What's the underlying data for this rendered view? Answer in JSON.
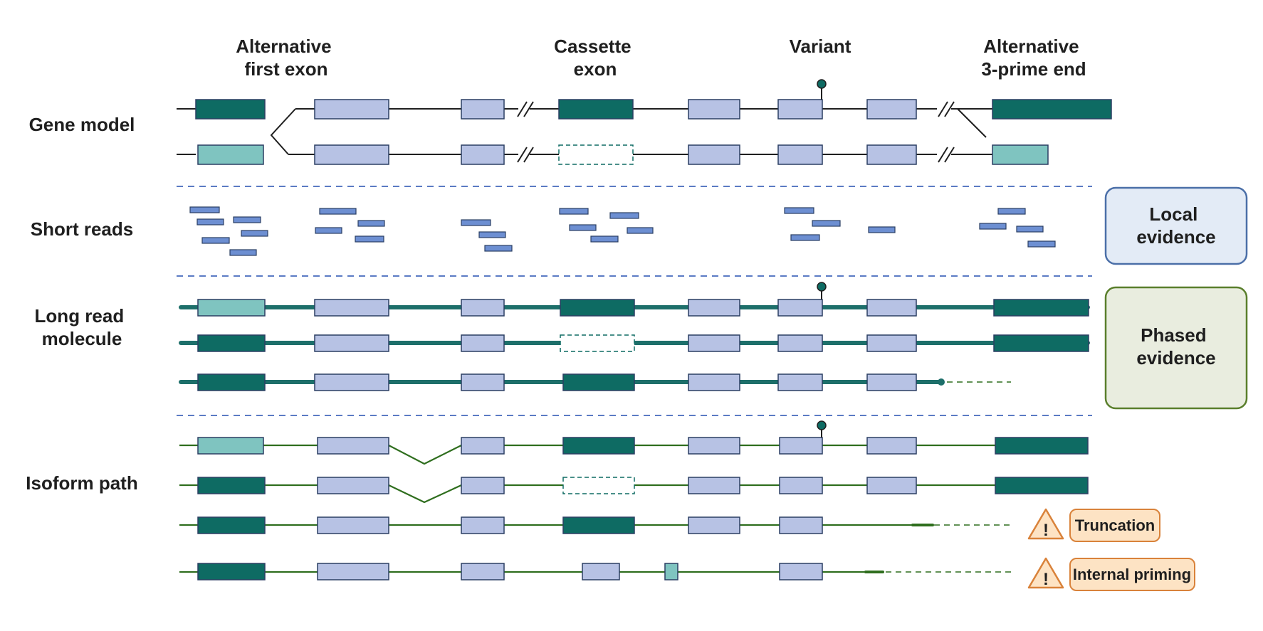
{
  "column_headers": {
    "alt_first_exon": [
      "Alternative",
      "first exon"
    ],
    "cassette_exon": [
      "Cassette",
      "exon"
    ],
    "variant": [
      "Variant"
    ],
    "alt_3prime_end": [
      "Alternative",
      "3-prime end"
    ]
  },
  "row_labels": {
    "gene_model": [
      "Gene model"
    ],
    "short_reads": [
      "Short reads"
    ],
    "long_read": [
      "Long read",
      "molecule"
    ],
    "isoform_path": [
      "Isoform path"
    ]
  },
  "evidence_boxes": {
    "local": [
      "Local",
      "evidence"
    ],
    "phased": [
      "Phased",
      "evidence"
    ]
  },
  "warnings": {
    "truncation": "Truncation",
    "internal_priming": "Internal priming"
  },
  "colors": {
    "dark_teal": "#0e6b63",
    "light_teal": "#7fc4c0",
    "lavender": "#b7c2e4",
    "exon_border": "#2b3f63",
    "read_blue": "#6d8fd2",
    "long_read_line": "#1d6f6a",
    "isoform_line": "#2f6e1e",
    "separator": "#5b7bc4",
    "local_box_border": "#4b6fa8",
    "local_box_fill": "#e3ebf6",
    "phased_box_border": "#5a7f2c",
    "phased_box_fill": "#e9eddf",
    "warn_fill": "#fde3c4",
    "warn_border": "#d9823a"
  }
}
